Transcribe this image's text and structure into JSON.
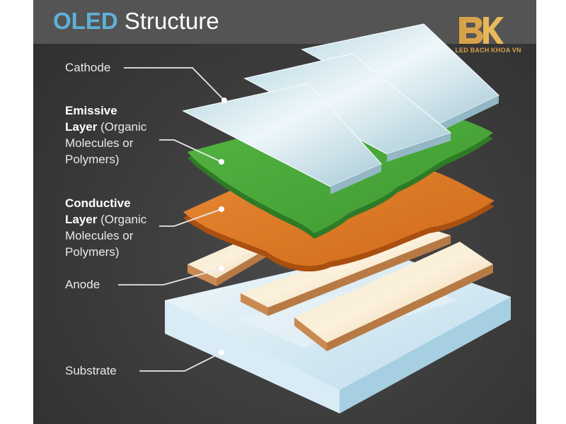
{
  "title": {
    "accent": "OLED",
    "rest": " Structure"
  },
  "labels": {
    "cathode": "Cathode",
    "emissive": {
      "bold1": "Emissive",
      "bold2": "Layer",
      "rest2": " (Organic",
      "line3": "Molecules or",
      "line4": "Polymers)"
    },
    "conductive": {
      "bold1": "Conductive",
      "bold2": "Layer",
      "rest2": " (Organic",
      "line3": "Molecules or",
      "line4": "Polymers)"
    },
    "anode": "Anode",
    "substrate": "Substrate"
  },
  "logo": {
    "text": "LED BACH KHOA VN"
  },
  "colors": {
    "title_accent": "#5fb0d8",
    "emissive_layer": "#4cab3c",
    "conductive_layer": "#e07a22",
    "cathode_strips": "#d3e9ef",
    "anode_strips": "#f3d9b4",
    "substrate": "#dceff7",
    "logo": "#d8a24a"
  }
}
